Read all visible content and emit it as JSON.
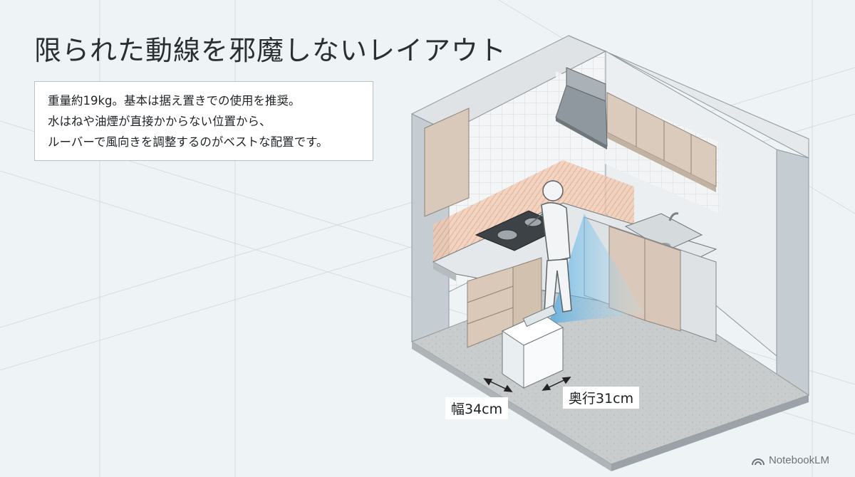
{
  "title": "限られた動線を邪魔しないレイアウト",
  "description": [
    "重量約19kg。基本は据え置きでの使用を推奨。",
    "水はねや油煙が直接かからない位置から、",
    "ルーバーで風向きを調整するのがベストな配置です。"
  ],
  "dimensions": {
    "width": "幅34cm",
    "depth": "奥行31cm"
  },
  "brand": "NotebookLM",
  "icons": {
    "brand": "notebooklm-logo-icon"
  },
  "colors": {
    "background": "#eef4f6",
    "wall": "#c9cfd4",
    "cabinet": "#d8c7b8",
    "floor": "#c8cbcc",
    "airflow": "#5fb6e6",
    "caution_zone": "#e9a27c"
  }
}
